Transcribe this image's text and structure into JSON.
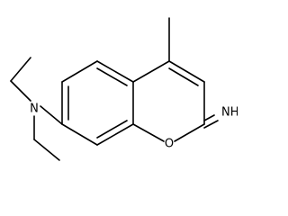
{
  "molecule": {
    "atom_labels": {
      "amine_nitrogen": "N",
      "ring_oxygen": "O",
      "imine": "NH"
    }
  },
  "colors": {
    "background": "#ffffff",
    "bond": "#000000",
    "label": "#000000"
  }
}
